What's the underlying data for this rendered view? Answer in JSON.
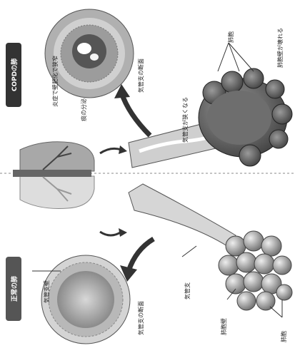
{
  "diagram": {
    "copd_badge": "COPDの肺",
    "normal_badge": "正常の肺",
    "copd_labels": {
      "inflammation": "炎症で壁肥化で狭窄",
      "phlegm": "痰の分泌",
      "bronchus_section": "気管支の断面",
      "bronchus_narrow": "気管支が狭くなる",
      "alveoli": "肺胞",
      "alveolar_wall_broken": "肺胞壁が壊れる"
    },
    "normal_labels": {
      "bronchial_wall": "気管支壁",
      "bronchus_section": "気管支の断面",
      "bronchus": "気管支",
      "alveolar_wall": "肺胞壁",
      "alveoli": "肺胞"
    }
  }
}
